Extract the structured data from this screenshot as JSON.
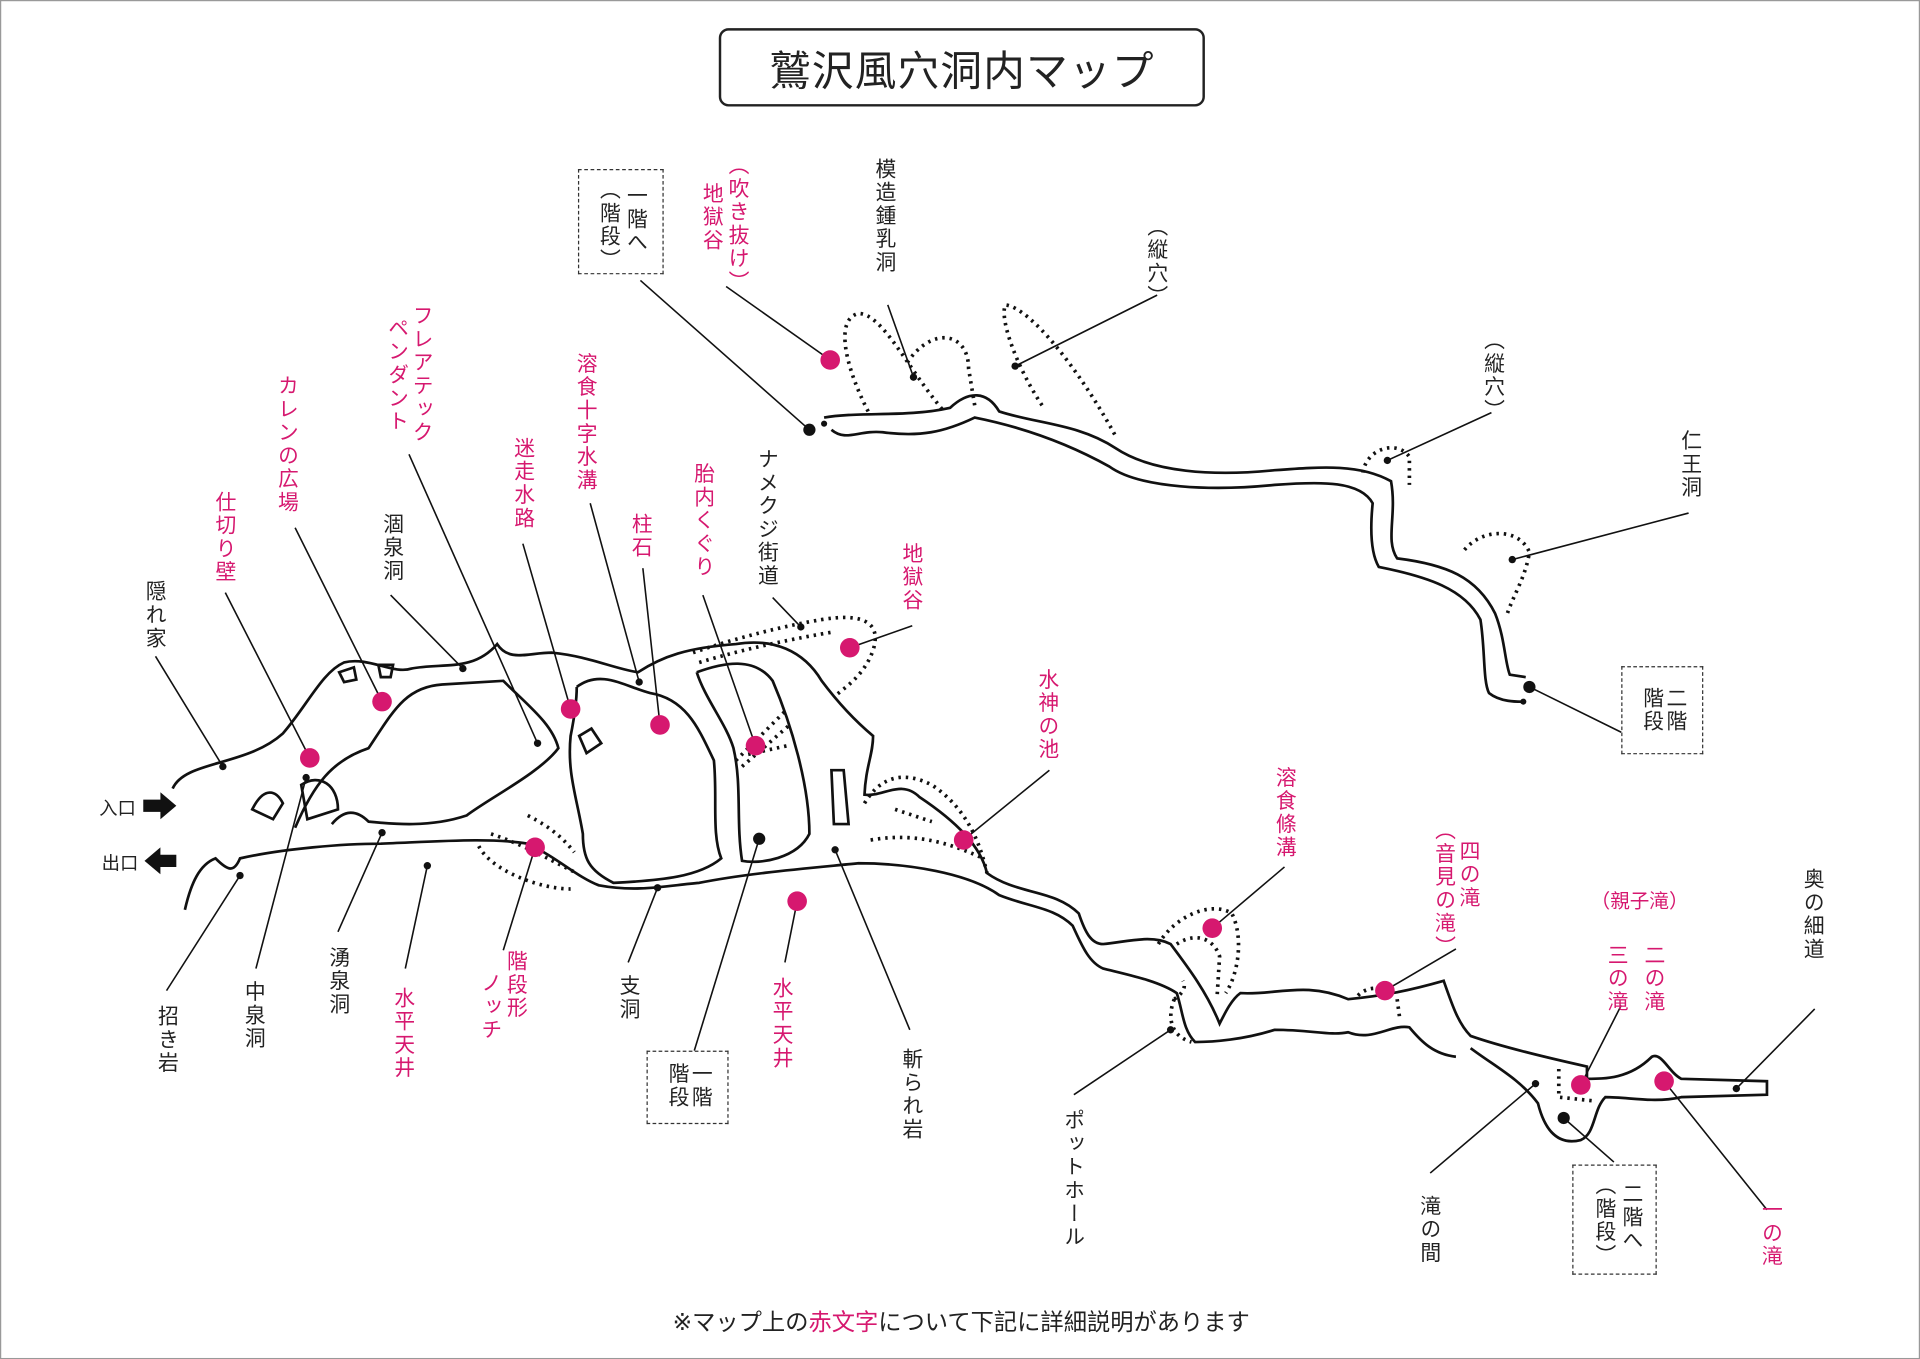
{
  "title": "鷲沢風穴洞内マップ",
  "colors": {
    "accent": "#d6186f",
    "ink": "#222222"
  },
  "labels": {
    "stairs_to_1f": {
      "line1": "一階へ",
      "line2": "（階段）"
    },
    "jigokudani_fukinuke": {
      "line1": "（吹き抜け）",
      "line2": "地獄谷"
    },
    "mozo_shonyudo": "模造鍾乳洞",
    "tateana_1": "（縦穴）",
    "tateana_2": "（縦穴）",
    "niodo": "仁王洞",
    "stairs_2f_right": {
      "line1": "二階",
      "line2": "階段"
    },
    "flare": {
      "line1": "フレアテック",
      "line2": "ペンダント"
    },
    "karen": "カレンの広場",
    "shikiri": "仕切り壁",
    "kakurega": "隠れ家",
    "kosendo": "涸泉洞",
    "meiso": "迷走水路",
    "yoshoku_juji": "溶食十字水溝",
    "chuseki": "柱石",
    "tainai": "胎内くぐり",
    "namekuji": "ナメクジ街道",
    "jigokudani": "地獄谷",
    "suijin": "水神の池",
    "yoshoku_jokou": "溶食條溝",
    "yon_no_taki": {
      "line1": "四の滝",
      "line2": "（音見の滝）"
    },
    "oyako": "（親子滝）",
    "ni_no_taki": "二の滝",
    "san_no_taki": "三の滝",
    "oku_no_hosomichi": "奥の細道",
    "entrance": "入口",
    "exit": "出口",
    "maneki": "招き岩",
    "chusendo": "中泉洞",
    "yusendo": "湧泉洞",
    "suihei_1": "水平天井",
    "notch": {
      "line1": "階段形",
      "line2": "ノッチ"
    },
    "shido": "支洞",
    "stairs_1f_lower": {
      "line1": "一階",
      "line2": "階段"
    },
    "suihei_2": "水平天井",
    "kirare": "斬られ岩",
    "pothole": "ポットホール",
    "taki_no_ma": "滝の間",
    "stairs_to_2f": {
      "line1": "二階へ",
      "line2": "（階段）"
    },
    "ichi_no_taki": "一の滝"
  },
  "footer": {
    "prefix": "※マップ上の",
    "highlight": "赤文字",
    "suffix": "について下記に詳細説明があります"
  }
}
